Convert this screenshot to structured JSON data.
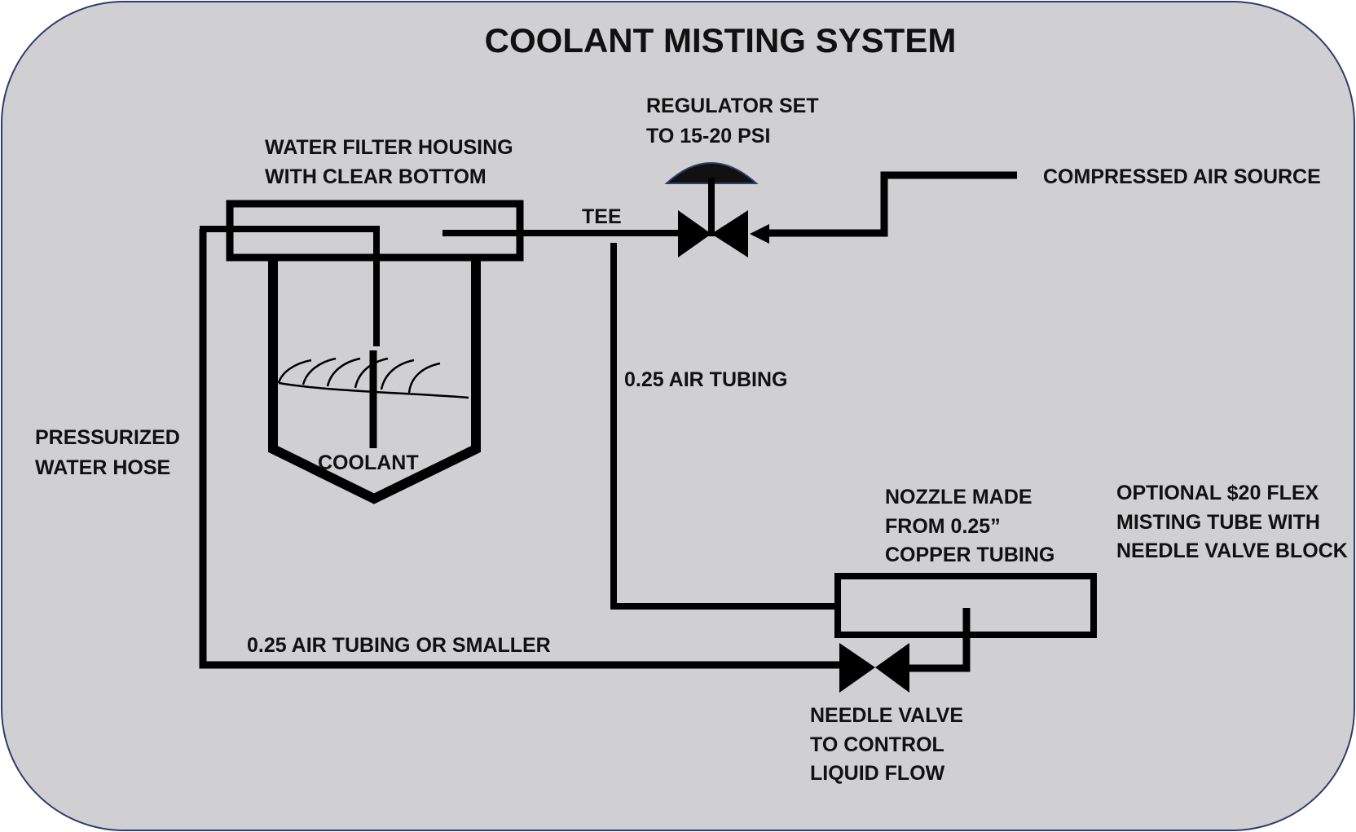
{
  "title": "COOLANT MISTING SYSTEM",
  "colors": {
    "panel": "#d0cfd1",
    "panel_border": "#2f3d6e",
    "line": "#000000",
    "text": "#111111"
  },
  "labels": {
    "regulator": [
      "REGULATOR SET",
      "TO 15-20 PSI"
    ],
    "filter_housing": [
      "WATER FILTER HOUSING",
      "WITH CLEAR BOTTOM"
    ],
    "tee": "TEE",
    "compressed_air": "COMPRESSED AIR SOURCE",
    "air_tubing": "0.25 AIR TUBING",
    "water_hose": [
      "PRESSURIZED",
      "WATER HOSE"
    ],
    "coolant": "COOLANT",
    "nozzle": [
      "NOZZLE MADE",
      "FROM 0.25”",
      "COPPER TUBING"
    ],
    "optional": [
      "OPTIONAL $20 FLEX",
      "MISTING TUBE WITH",
      "NEEDLE VALVE BLOCK"
    ],
    "small_tubing": "0.25 AIR TUBING OR SMALLER",
    "needle_valve": [
      "NEEDLE VALVE",
      "TO CONTROL",
      "LIQUID FLOW"
    ]
  }
}
